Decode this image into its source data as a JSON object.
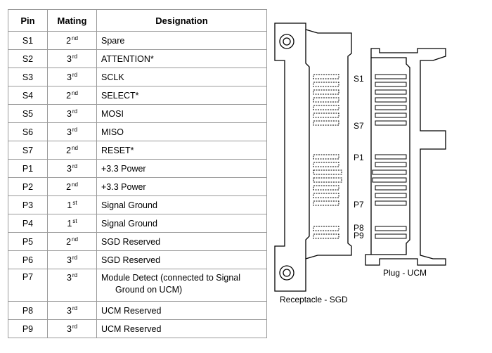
{
  "table": {
    "headers": {
      "pin": "Pin",
      "mating": "Mating",
      "designation": "Designation"
    },
    "rows": [
      {
        "pin": "S1",
        "mating": "2",
        "mating_suffix": "nd",
        "designation": "Spare"
      },
      {
        "pin": "S2",
        "mating": "3",
        "mating_suffix": "rd",
        "designation": "ATTENTION*"
      },
      {
        "pin": "S3",
        "mating": "3",
        "mating_suffix": "rd",
        "designation": "SCLK"
      },
      {
        "pin": "S4",
        "mating": "2",
        "mating_suffix": "nd",
        "designation": "SELECT*"
      },
      {
        "pin": "S5",
        "mating": "3",
        "mating_suffix": "rd",
        "designation": "MOSI"
      },
      {
        "pin": "S6",
        "mating": "3",
        "mating_suffix": "rd",
        "designation": "MISO"
      },
      {
        "pin": "S7",
        "mating": "2",
        "mating_suffix": "nd",
        "designation": "RESET*"
      },
      {
        "pin": "P1",
        "mating": "3",
        "mating_suffix": "rd",
        "designation": "+3.3 Power"
      },
      {
        "pin": "P2",
        "mating": "2",
        "mating_suffix": "nd",
        "designation": "+3.3 Power"
      },
      {
        "pin": "P3",
        "mating": "1",
        "mating_suffix": "st",
        "designation": "Signal Ground"
      },
      {
        "pin": "P4",
        "mating": "1",
        "mating_suffix": "st",
        "designation": "Signal Ground"
      },
      {
        "pin": "P5",
        "mating": "2",
        "mating_suffix": "nd",
        "designation": "SGD Reserved"
      },
      {
        "pin": "P6",
        "mating": "3",
        "mating_suffix": "rd",
        "designation": "SGD Reserved"
      },
      {
        "pin": "P7",
        "mating": "3",
        "mating_suffix": "rd",
        "designation": "Module Detect (connected to Signal",
        "designation_cont": "Ground on UCM)"
      },
      {
        "pin": "P8",
        "mating": "3",
        "mating_suffix": "rd",
        "designation": "UCM Reserved"
      },
      {
        "pin": "P9",
        "mating": "3",
        "mating_suffix": "rd",
        "designation": "UCM Reserved"
      }
    ]
  },
  "diagram": {
    "receptacle_label": "Receptacle - SGD",
    "plug_label": "Plug - UCM",
    "pin_labels": {
      "s1": "S1",
      "s7": "S7",
      "p1": "P1",
      "p7": "P7",
      "p8": "P8",
      "p9": "P9"
    }
  }
}
